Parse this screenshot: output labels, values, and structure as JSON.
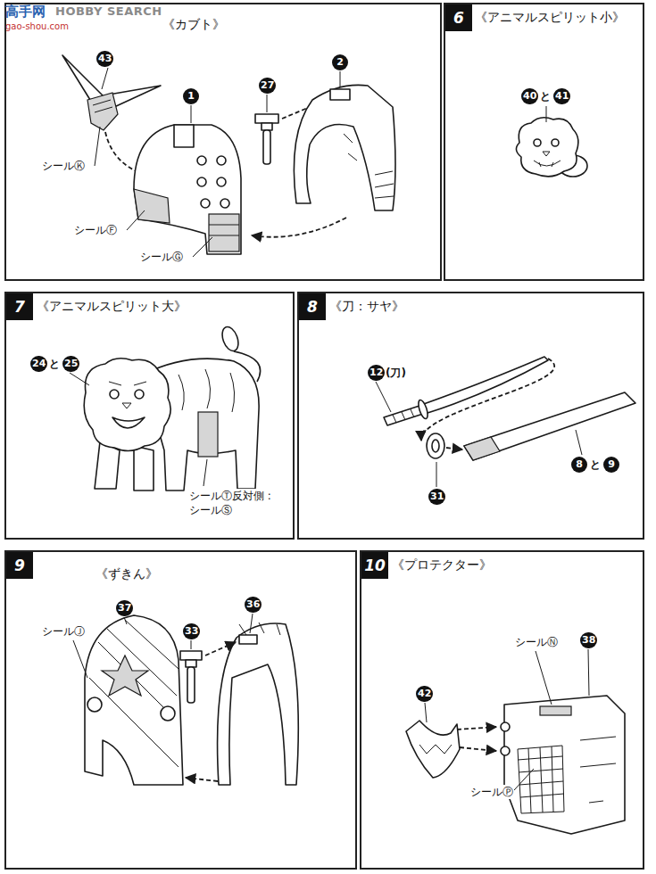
{
  "diagram": {
    "nodes": [
      {
        "text": [
          "《カブト》"
        ]
      },
      {
        "text": [
          "6",
          "《アニマルスピリット小》"
        ]
      },
      {
        "text": [
          "7",
          "《アニマルスピリット大》"
        ]
      },
      {
        "text": [
          "8",
          "《刀：サヤ》"
        ]
      },
      {
        "text": [
          "9",
          "《ずきん》"
        ]
      },
      {
        "text": [
          "10",
          "《プロテクター》"
        ]
      }
    ],
    "labels": [
      "高手网",
      "HOBBY SEARCH",
      "gao-shou.com",
      "43",
      "1",
      "27",
      "2",
      "シールⓀ",
      "シールⒻ",
      "シールⒼ",
      "40",
      "と",
      "41",
      "24",
      "と",
      "25",
      "シールⓉ反対側 :シールⓈ",
      "12",
      "(刀)",
      "31",
      "8",
      "と",
      "9",
      "シールⒿ",
      "37",
      "33",
      "36",
      "42",
      "シールⓃ",
      "38",
      "シールⓅ"
    ]
  }
}
